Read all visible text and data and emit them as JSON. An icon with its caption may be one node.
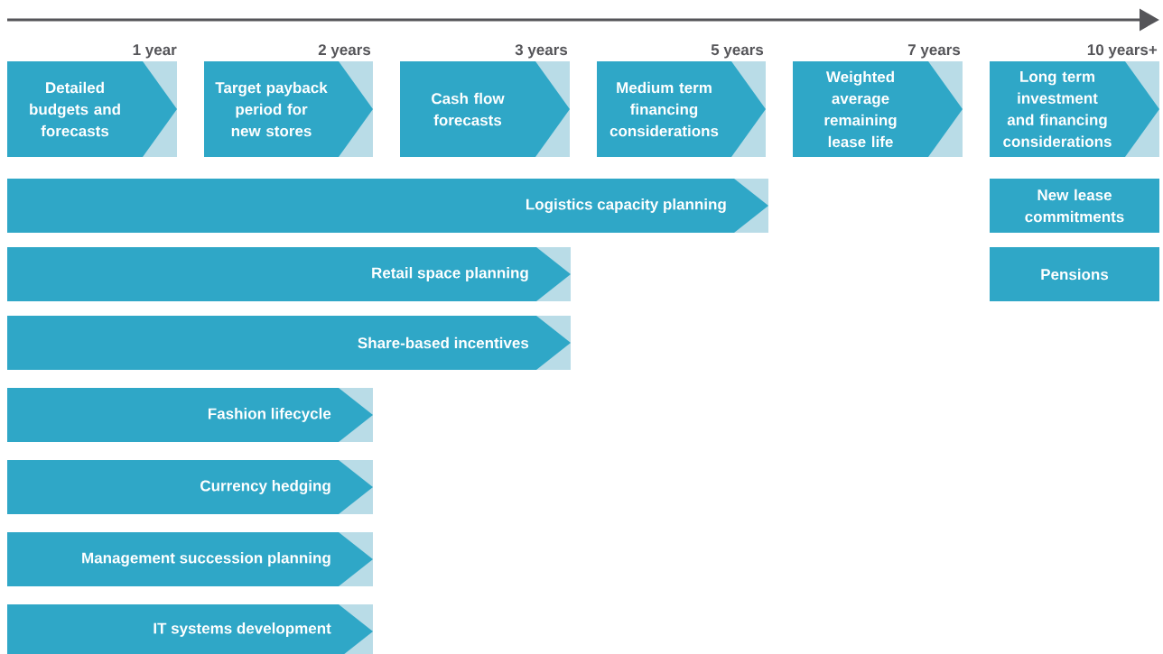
{
  "diagram": {
    "nodes": [
      {
        "text": [
          "Detailed budgets and forecasts"
        ]
      },
      {
        "text": [
          "Target payback period for new stores"
        ]
      },
      {
        "text": [
          "Cash flow forecasts"
        ]
      },
      {
        "text": [
          "Medium term financing considerations"
        ]
      },
      {
        "text": [
          "Weighted average remaining lease life"
        ]
      },
      {
        "text": [
          "Long term investment and financing considerations"
        ]
      },
      {
        "text": [
          "Logistics capacity planning"
        ]
      },
      {
        "text": [
          "New lease commitments"
        ]
      },
      {
        "text": [
          "Retail space planning"
        ]
      },
      {
        "text": [
          "Pensions"
        ]
      },
      {
        "text": [
          "Share-based incentives"
        ]
      },
      {
        "text": [
          "Fashion lifecycle"
        ]
      },
      {
        "text": [
          "Currency hedging"
        ]
      },
      {
        "text": [
          "Management succession planning"
        ]
      },
      {
        "text": [
          "IT systems development"
        ]
      }
    ],
    "labels": [
      "1 year",
      "2 years",
      "3 years",
      "5 years",
      "7 years",
      "10 years+"
    ]
  }
}
